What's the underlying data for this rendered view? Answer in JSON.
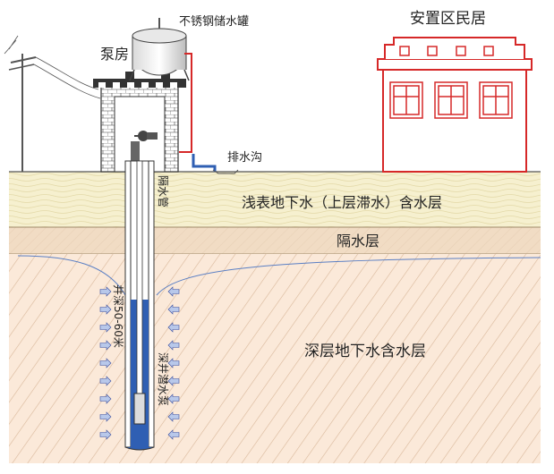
{
  "labels": {
    "tank": "不锈钢储水罐",
    "pump_house": "泵房",
    "residence": "安置区民居",
    "drain_ditch": "排水沟",
    "isolation_pipe": "隔水管",
    "shallow_aquifer": "浅表地下水（上层滞水）含水层",
    "aquitard": "隔水层",
    "deep_aquifer": "深层地下水含水层",
    "depth": "井深50-60米",
    "deep_pump": "深井潜水泵"
  },
  "colors": {
    "shallow_layer": "#f6f0cf",
    "aquitard_layer": "#f1dcc4",
    "deep_layer": "#fbe9d9",
    "hatch": "#d8b79a",
    "house_trim": "#d62828",
    "water_blue": "#2f5fb3",
    "arrow_fill": "#b8c8ea",
    "pipe_red": "#d62828"
  }
}
